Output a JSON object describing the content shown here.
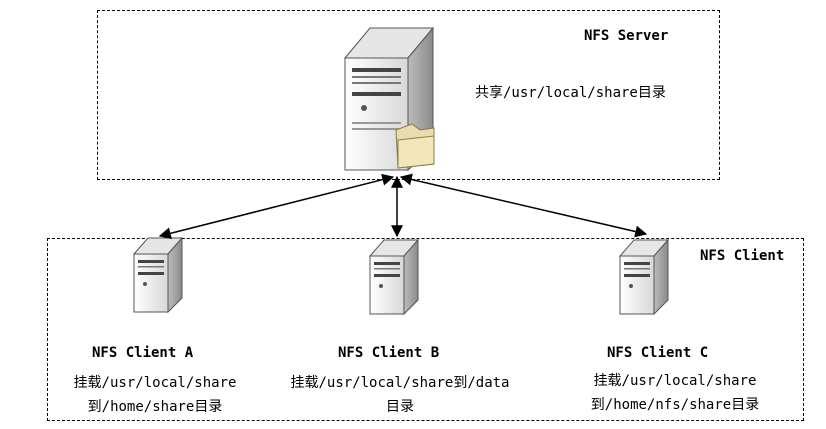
{
  "server": {
    "title": "NFS Server",
    "desc": "共享/usr/local/share目录"
  },
  "client_group": {
    "title": "NFS Client"
  },
  "clients": [
    {
      "title": "NFS Client A",
      "line1": "挂载/usr/local/share",
      "line2": "到/home/share目录"
    },
    {
      "title": "NFS Client B",
      "line1": "挂载/usr/local/share到/data",
      "line2": "目录"
    },
    {
      "title": "NFS Client C",
      "line1": "挂载/usr/local/share",
      "line2": "到/home/nfs/share目录"
    }
  ]
}
